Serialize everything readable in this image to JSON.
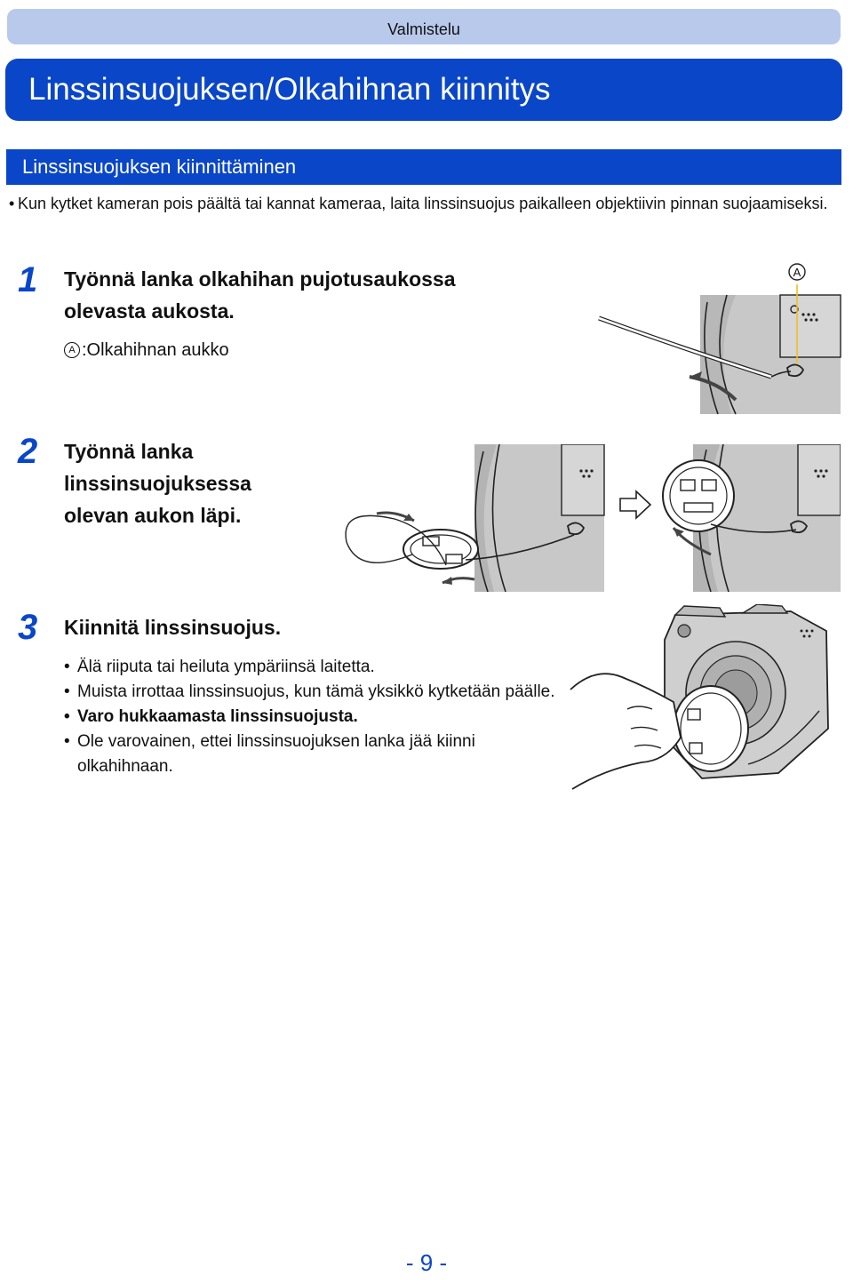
{
  "header": {
    "label": "Valmistelu"
  },
  "title": "Linssinsuojuksen/Olkahihnan kiinnitys",
  "section": {
    "title": "Linssinsuojuksen kiinnittäminen"
  },
  "intro": {
    "bullet": "•",
    "text": "Kun kytket kameran pois päältä tai kannat kameraa, laita linssinsuojus paikalleen objektiivin pinnan suojaamiseksi."
  },
  "steps": [
    {
      "number": "1",
      "title_lines": [
        "Työnnä lanka olkahihan pujotusaukossa",
        "olevasta aukosta."
      ],
      "note": {
        "marker": "A",
        "text": ":Olkahihnan aukko"
      },
      "illustration_label": "A"
    },
    {
      "number": "2",
      "title_lines": [
        "Työnnä lanka",
        "linssinsuojuksessa",
        "olevan aukon läpi."
      ]
    },
    {
      "number": "3",
      "title_lines": [
        "Kiinnitä linssinsuojus."
      ],
      "bullets": [
        {
          "text": "Älä riiputa tai heiluta ympäriinsä laitetta.",
          "bold": false
        },
        {
          "text": "Muista irrottaa linssinsuojus, kun tämä yksikkö kytketään päälle.",
          "bold": false
        },
        {
          "text": "Varo hukkaamasta linssinsuojusta.",
          "bold": true
        },
        {
          "text": "Ole varovainen, ettei linssinsuojuksen lanka jää kiinni olkahihnaan.",
          "bold": false
        }
      ]
    }
  ],
  "footer": {
    "page_number": "- 9 -"
  },
  "colors": {
    "accent": "#0a46c8",
    "header_bg": "#b9c9ec",
    "illustration_gray": "#c8c8c8"
  },
  "icons": [
    "strap-eyelet-illustration",
    "lens-cap-string-illustration",
    "lens-cap-attach-illustration",
    "arrow-right-icon"
  ]
}
